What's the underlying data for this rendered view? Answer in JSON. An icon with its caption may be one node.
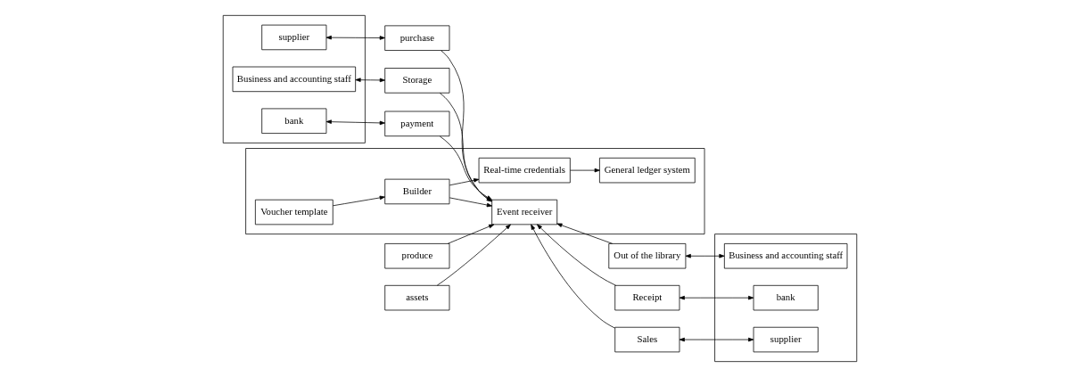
{
  "diagram": {
    "nodes": [
      {
        "text": [],
        "shape": "box"
      },
      {
        "text": [
          "supplier"
        ],
        "in": 0
      },
      {
        "text": [
          "Business and accounting staff"
        ],
        "in": 0
      },
      {
        "text": [
          "bank"
        ],
        "in": 0
      },
      {
        "text": [
          "purchase"
        ]
      },
      {
        "text": [
          "Storage"
        ]
      },
      {
        "text": [
          "payment"
        ]
      },
      {
        "text": [
          "produce"
        ]
      },
      {
        "text": [
          "assets"
        ]
      },
      {
        "text": [],
        "shape": "box"
      },
      {
        "text": [
          "Event receiver"
        ],
        "in": 9
      },
      {
        "text": [
          "Voucher template"
        ],
        "in": 9
      },
      {
        "text": [
          "Builder"
        ],
        "in": 9
      },
      {
        "text": [
          "Real-time credentials"
        ],
        "in": 9
      },
      {
        "text": [
          "General ledger system"
        ],
        "in": 9
      },
      {
        "text": [
          "Sales"
        ]
      },
      {
        "text": [
          "Out of the library"
        ]
      },
      {
        "text": [
          "Receipt"
        ]
      },
      {
        "text": [],
        "shape": "box"
      },
      {
        "text": [
          "supplier"
        ],
        "in": 18
      },
      {
        "text": [
          "Business and accounting staff"
        ],
        "in": 18
      },
      {
        "text": [
          "bank"
        ],
        "in": 18
      }
    ],
    "edges": [
      {
        "from": 1,
        "to": 4,
        "arrow": "both"
      },
      {
        "from": 2,
        "to": 5,
        "arrow": "both"
      },
      {
        "from": 3,
        "to": 6,
        "arrow": "both"
      },
      {
        "from": 4,
        "to": 10,
        "arrow": "to"
      },
      {
        "from": 5,
        "to": 10,
        "arrow": "to"
      },
      {
        "from": 6,
        "to": 10,
        "arrow": "to"
      },
      {
        "from": 7,
        "to": 10,
        "arrow": "to"
      },
      {
        "from": 8,
        "to": 10,
        "arrow": "to"
      },
      {
        "from": 15,
        "to": 10,
        "arrow": "to"
      },
      {
        "from": 16,
        "to": 10,
        "arrow": "to"
      },
      {
        "from": 17,
        "to": 10,
        "arrow": "to"
      },
      {
        "from": 11,
        "to": 12,
        "arrow": "to"
      },
      {
        "from": 12,
        "to": 10,
        "arrow": "to"
      },
      {
        "from": 12,
        "to": 13,
        "arrow": "to"
      },
      {
        "from": 13,
        "to": 14,
        "arrow": "to"
      },
      {
        "from": 15,
        "to": 19,
        "arrow": "both"
      },
      {
        "from": 16,
        "to": 20,
        "arrow": "both"
      },
      {
        "from": 17,
        "to": 21,
        "arrow": "both"
      }
    ]
  }
}
